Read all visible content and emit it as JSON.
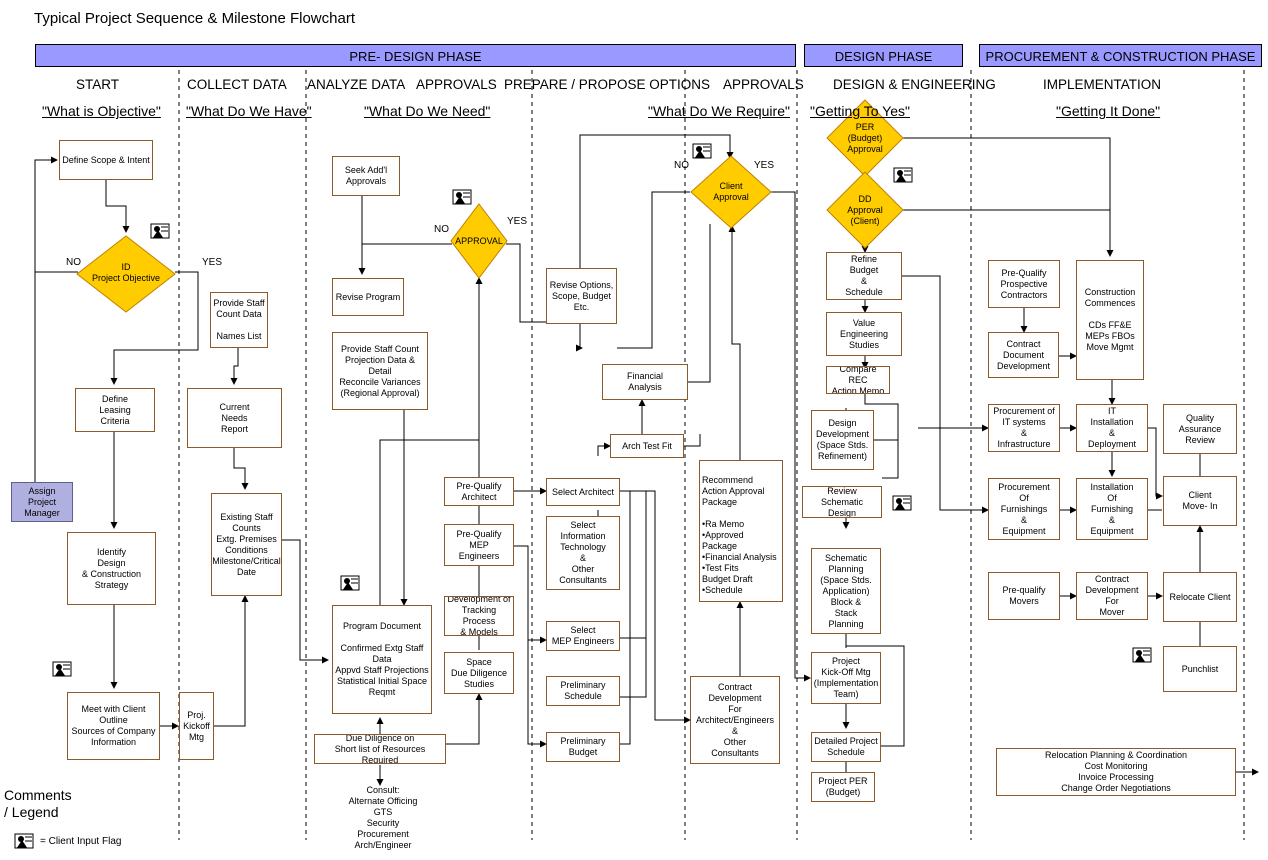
{
  "title": "Typical Project Sequence & Milestone Flowchart",
  "phases": [
    "PRE- DESIGN PHASE",
    "DESIGN PHASE",
    "PROCUREMENT & CONSTRUCTION PHASE"
  ],
  "columns": [
    "START",
    "COLLECT DATA",
    "ANALYZE DATA",
    "APPROVALS",
    "PREPARE / PROPOSE OPTIONS",
    "APPROVALS",
    "DESIGN & ENGINEERING",
    "IMPLEMENTATION"
  ],
  "quotes": [
    "\"What is Objective\"",
    "\"What Do We Have\"",
    "\"What Do We Need\"",
    "\"What Do We Require\"",
    "\"Getting To Yes\"",
    "\"Getting It Done\""
  ],
  "boxes": {
    "define_scope": "Define Scope & Intent",
    "assign_pm": "Assign\nProject\nManager",
    "define_leasing": "Define\nLeasing\nCriteria",
    "identify_design": "Identify\nDesign\n& Construction\nStrategy",
    "meet_client": "Meet with Client\nOutline\nSources of Company\nInformation",
    "proj_kickoff": "Proj.\nKickoff\nMtg",
    "provide_staff_count": "Provide Staff\nCount Data\n\nNames List",
    "current_needs": "Current\nNeeds\nReport",
    "existing_staff": "Existing Staff\nCounts\nExtg. Premises\nConditions\nMilestone/Critical\nDate",
    "seek_approvals": "Seek Add'l\nApprovals",
    "revise_program": "Revise Program",
    "staff_projection": "Provide Staff Count\nProjection Data &\nDetail\nReconcile Variances\n(Regional Approval)",
    "program_document": "Program Document\n\nConfirmed Extg Staff\nData\nAppvd Staff Projections\nStatistical Initial Space\nReqmt",
    "due_diligence": "Due Diligence on\nShort list of Resources Required",
    "prequalify_architect": "Pre-Qualify\nArchitect",
    "prequalify_mep": "Pre-Qualify\nMEP\nEngineers",
    "tracking_process": "Development of\nTracking Process\n& Models",
    "space_due_diligence": "Space\nDue Diligence\nStudies",
    "revise_options": "Revise Options,\nScope, Budget\nEtc.",
    "select_architect": "Select Architect",
    "select_it": "Select\nInformation\nTechnology\n&\nOther\nConsultants",
    "select_mep": "Select\nMEP Engineers",
    "prelim_schedule": "Preliminary\nSchedule",
    "prelim_budget": "Preliminary\nBudget",
    "financial_analysis": "Financial\nAnalysis",
    "arch_test_fit": "Arch Test Fit",
    "recommend_action": "Recommend\nAction Approval\nPackage\n\n•Ra Memo\n•Approved Package\n•Financial Analysis\n•Test Fits\nBudget Draft\n•Schedule",
    "contract_dev_arch": "Contract\nDevelopment\nFor\nArchitect/Engineers\n&\nOther\nConsultants",
    "refine_budget": "Refine\nBudget\n&\nSchedule",
    "value_engineering": "Value Engineering\nStudies",
    "compare_rec": "Compare REC\nAction Memo",
    "design_development": "Design\nDevelopment\n(Space Stds.\nRefinement)",
    "review_schematic": "Review Schematic\nDesign",
    "schematic_planning": "Schematic\nPlanning\n(Space Stds.\nApplication)\nBlock &\nStack\nPlanning",
    "project_kickoff": "Project\nKick-Off Mtg\n(Implementation\nTeam)",
    "detailed_schedule": "Detailed  Project\nSchedule",
    "project_per": "Project PER\n(Budget)",
    "prequalify_contractors": "Pre-Qualify\nProspective\nContractors",
    "contract_doc_dev": "Contract\nDocument\nDevelopment",
    "construction_commences": "Construction\nCommences\n\nCDs      FF&E\nMEPs   FBOs\nMove Mgmt",
    "procurement_it": "Procurement of\nIT systems\n&\nInfrastructure",
    "it_installation": "IT\nInstallation\n&\nDeployment",
    "quality_assurance": "Quality Assurance\nReview",
    "procurement_furnishings": "Procurement\nOf\nFurnishings\n&\nEquipment",
    "installation_furnishing": "Installation\nOf\nFurnishing\n&\nEquipment",
    "client_movein": "Client\nMove- In",
    "prequalify_movers": "Pre-qualify\nMovers",
    "contract_mover": "Contract\nDevelopment\nFor\nMover",
    "relocate_client": "Relocate Client",
    "punchlist": "Punchlist",
    "relocation_planning": "Relocation Planning & Coordination\nCost Monitoring\nInvoice Processing\nChange Order Negotiations"
  },
  "decisions": {
    "id_objective": "ID\nProject Objective",
    "approval": "APPROVAL",
    "client_approval": "Client\nApproval",
    "per_approval": "PER\n(Budget)\nApproval",
    "dd_approval": "DD\nApproval\n(Client)"
  },
  "consult_text": "Consult:\nAlternate Officing\nGTS\nSecurity\nProcurement\nArch/Engineer",
  "branch_labels": {
    "no": "NO",
    "yes": "YES"
  },
  "legend": {
    "title": "Comments\n/ Legend",
    "text": "= Client Input Flag"
  },
  "colors": {
    "phase_bar": "#9999ff",
    "decision": "#ffcc00",
    "box_border": "#8b5a2b",
    "assign_pm": "#b0b0e0"
  }
}
